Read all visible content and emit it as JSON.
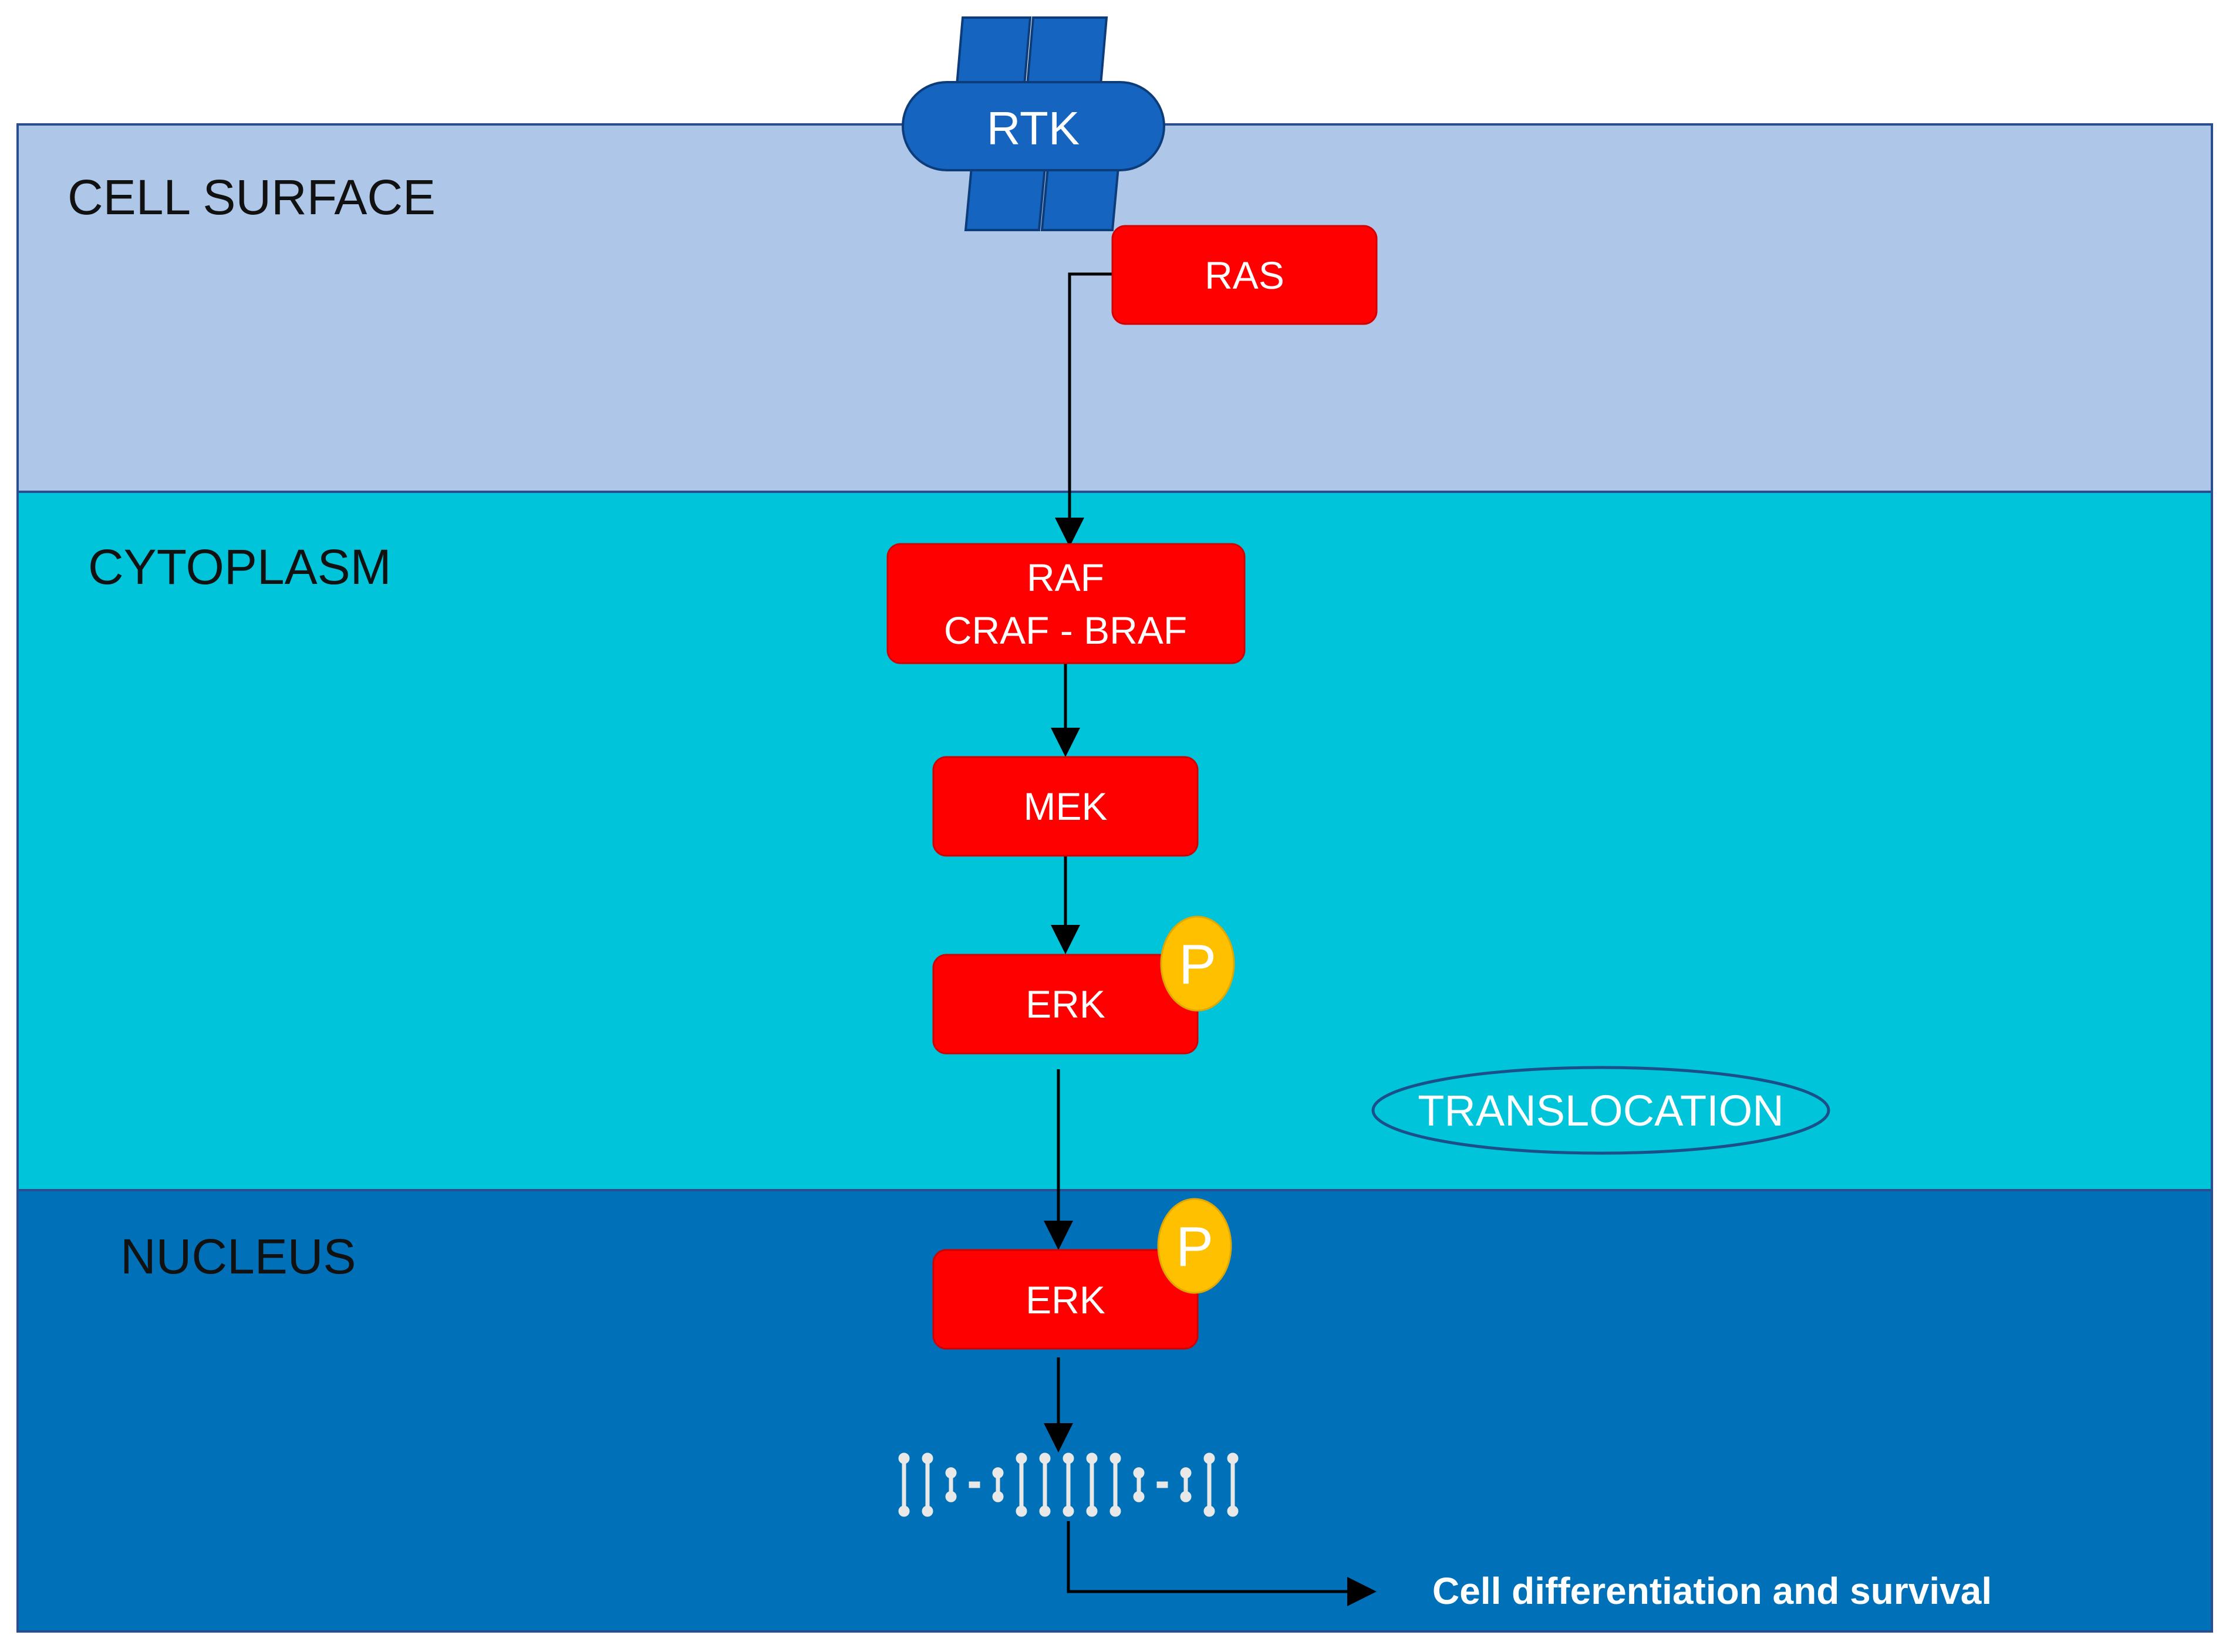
{
  "regions": {
    "cell_surface": "CELL SURFACE",
    "cytoplasm": "CYTOPLASM",
    "nucleus": "NUCLEUS"
  },
  "receptor": {
    "label": "RTK"
  },
  "nodes": {
    "ras": "RAS",
    "raf_line1": "RAF",
    "raf_line2": "CRAF - BRAF",
    "mek": "MEK",
    "erk_cytoplasm": "ERK",
    "erk_nucleus": "ERK"
  },
  "phospho_label": "P",
  "translocation_label": "TRANSLOCATION",
  "outcome_label": "Cell differentiation and survival",
  "colors": {
    "cell_surface": "#aec7e8",
    "cytoplasm": "#00c4d9",
    "nucleus": "#0071b8",
    "kinase": "#ff0000",
    "phospho": "#ffc000",
    "receptor": "#1565c0"
  },
  "icons": {
    "dna": "dna-icon",
    "receptor": "receptor-icon"
  }
}
